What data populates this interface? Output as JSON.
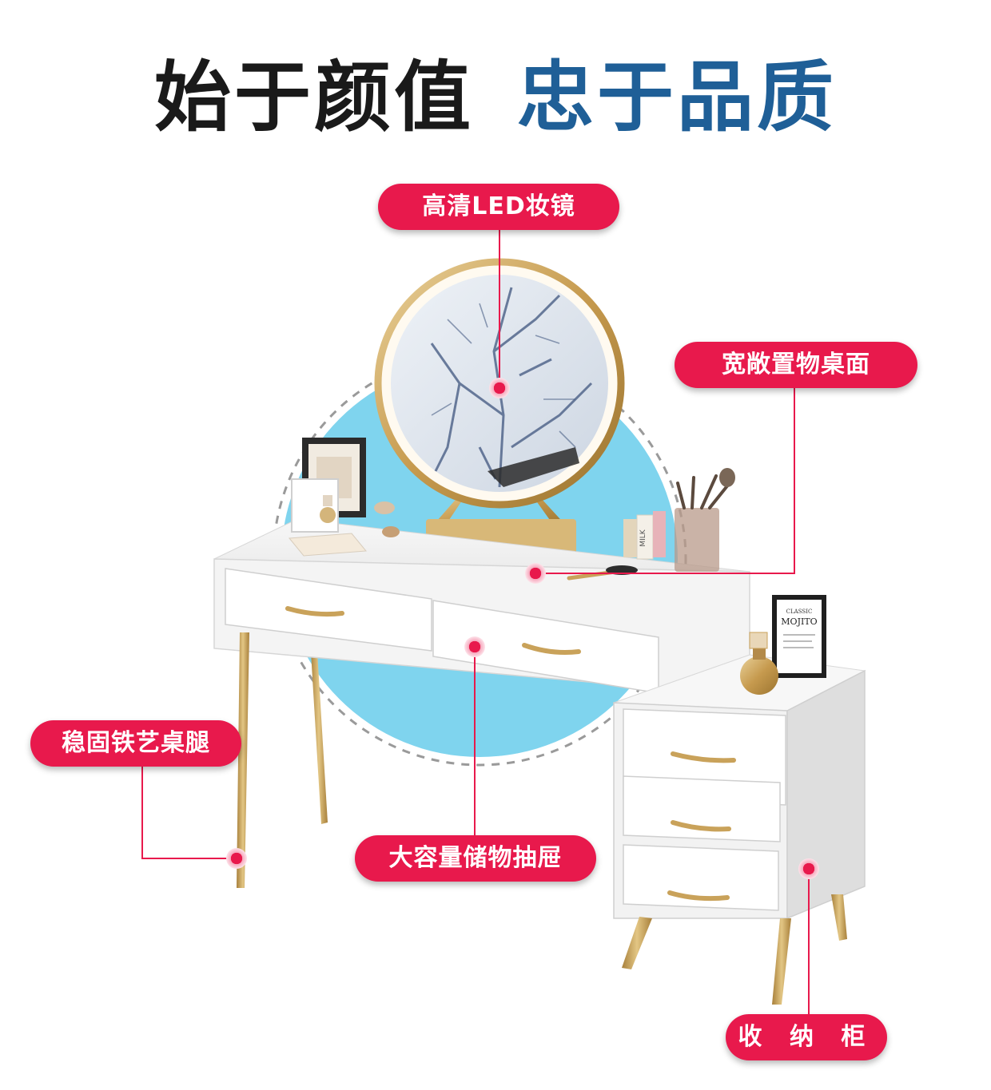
{
  "headline": {
    "part1": "始于颜值",
    "part2": "忠于品质"
  },
  "callouts": {
    "mirror": "高清LED妆镜",
    "desktop": "宽敞置物桌面",
    "legs": "稳固铁艺桌腿",
    "drawers": "大容量储物抽屉",
    "cabinet": "收 纳 柜"
  },
  "decor": {
    "frame_text_1": "CLASSIC",
    "frame_text_2": "MOJITO",
    "bottle_label": "MILK"
  },
  "colors": {
    "accent_red": "#e8194c",
    "headline_blue": "#1f5f97",
    "gold": "#c9a25a",
    "circle_blue": "#7fd4ee"
  }
}
